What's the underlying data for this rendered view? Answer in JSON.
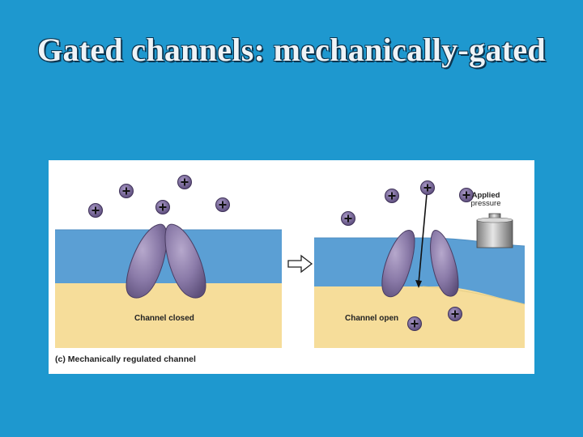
{
  "slide": {
    "title": "Gated channels: mechanically-gated"
  },
  "figure": {
    "caption": "(c) Mechanically regulated channel",
    "closed_label": "Channel closed",
    "open_label": "Channel open",
    "applied_label_line1": "Applied",
    "applied_label_line2": "pressure",
    "ion_symbol": "+"
  },
  "colors": {
    "background": "#1e98cf",
    "membrane": "#5b9fd4",
    "cytoplasm": "#f6dd9a",
    "protein": "#8a7aa8",
    "ion": "#6a5a8a"
  }
}
